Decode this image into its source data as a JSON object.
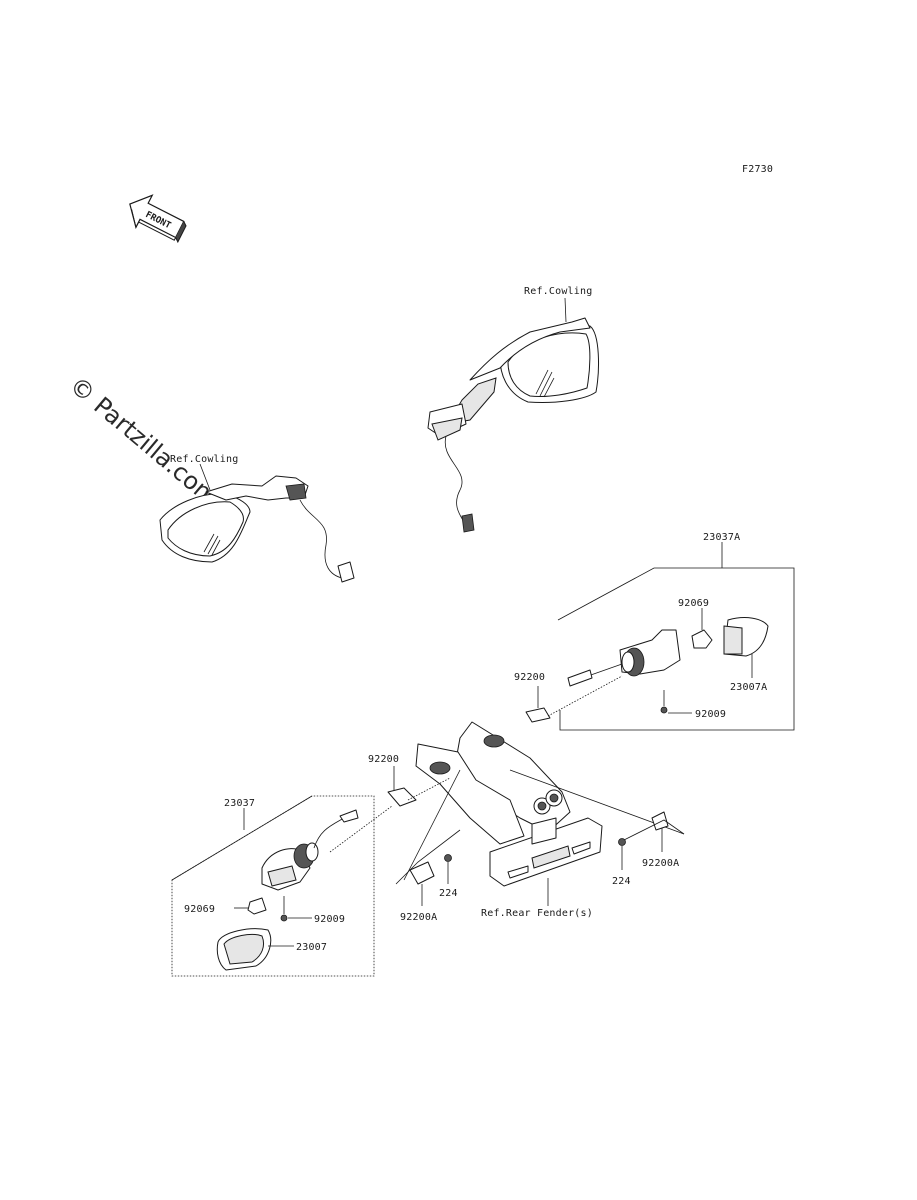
{
  "figure_code": "F2730",
  "front_label": "FRONT",
  "watermark": "© Partzilla.com",
  "labels": {
    "ref_cowling_right": "Ref.Cowling",
    "ref_cowling_left": "Ref.Cowling",
    "p23037A": "23037A",
    "p92069_right": "92069",
    "p23007A": "23007A",
    "p92200_right": "92200",
    "p92009_right": "92009",
    "p92200_left": "92200",
    "p23037": "23037",
    "p92069_left": "92069",
    "p92009_left": "92009",
    "p23007": "23007",
    "p224_left": "224",
    "p92200A_left": "92200A",
    "p224_right": "224",
    "p92200A_right": "92200A",
    "ref_rear_fender": "Ref.Rear Fender(s)"
  }
}
